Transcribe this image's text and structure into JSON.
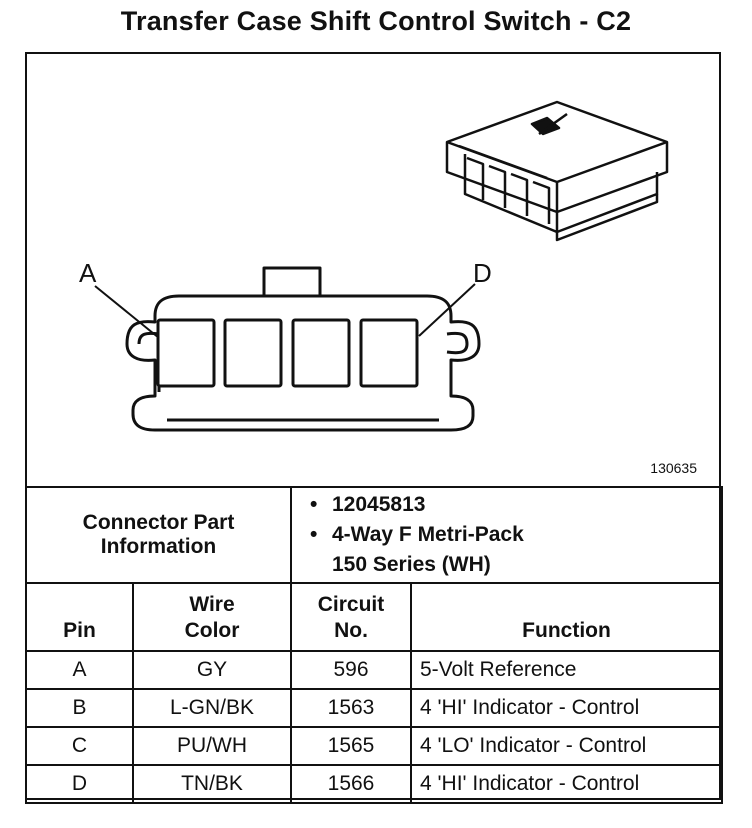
{
  "title": "Transfer Case Shift Control Switch - C2",
  "figure": {
    "figure_id": "130635",
    "pin_callouts": [
      "A",
      "D"
    ]
  },
  "connector_info": {
    "label_line1": "Connector Part",
    "label_line2": "Information",
    "bullets": [
      {
        "bullet": "•",
        "line1": "12045813",
        "line2": ""
      },
      {
        "bullet": "•",
        "line1": "4-Way F Metri-Pack",
        "line2": "150 Series (WH)"
      }
    ]
  },
  "headers": {
    "pin": "Pin",
    "wire_line1": "Wire",
    "wire_line2": "Color",
    "circuit_line1": "Circuit",
    "circuit_line2": "No.",
    "function": "Function"
  },
  "rows": [
    {
      "pin": "A",
      "wire": "GY",
      "circuit": "596",
      "function": "5-Volt Reference"
    },
    {
      "pin": "B",
      "wire": "L-GN/BK",
      "circuit": "1563",
      "function": "4 'HI' Indicator - Control"
    },
    {
      "pin": "C",
      "wire": "PU/WH",
      "circuit": "1565",
      "function": "4 'LO' Indicator - Control"
    },
    {
      "pin": "D",
      "wire": "TN/BK",
      "circuit": "1566",
      "function": "4 'HI' Indicator - Control"
    }
  ]
}
